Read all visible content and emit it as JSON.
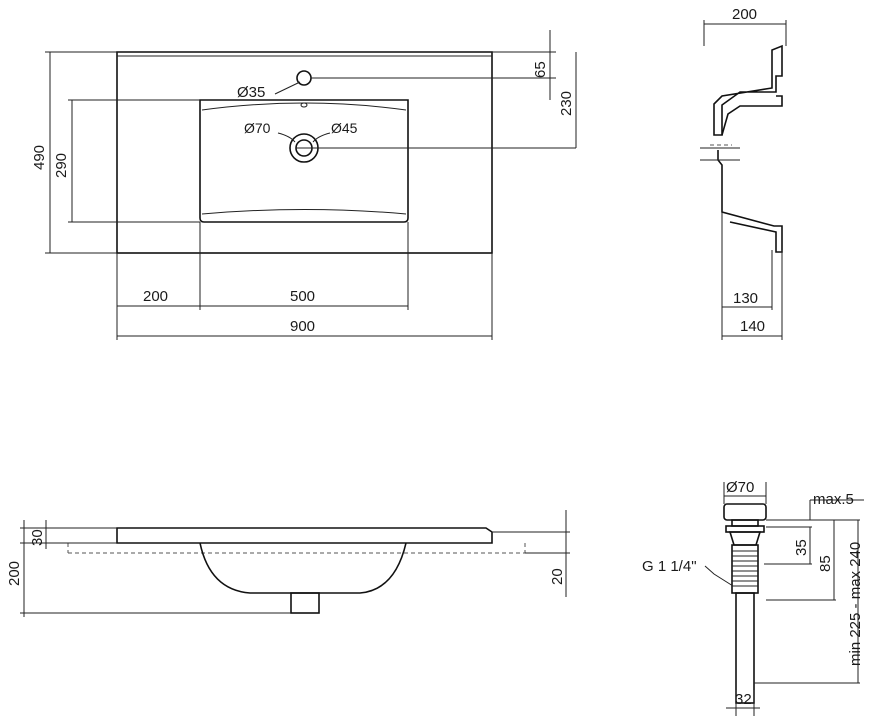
{
  "top_view": {
    "d_tap_hole": "Ø35",
    "d_drain_outer": "Ø70",
    "d_drain_inner": "Ø45",
    "dim_width_total": "900",
    "dim_offset_left": "200",
    "dim_bowl_width": "500",
    "dim_depth_total": "490",
    "dim_bowl_depth": "290",
    "dim_tap_from_back": "65",
    "dim_drain_from_back": "230"
  },
  "side_view": {
    "dim_top": "200",
    "dim_130": "130",
    "dim_140": "140"
  },
  "front_view": {
    "dim_rim": "30",
    "dim_height": "200",
    "dim_edge": "20"
  },
  "drain_detail": {
    "d_cap": "Ø70",
    "dim_max": "max.5",
    "dim_35": "35",
    "dim_85": "85",
    "dim_range": "min 225 - max 240",
    "thread": "G 1 1/4\"",
    "dim_pipe": "32"
  }
}
